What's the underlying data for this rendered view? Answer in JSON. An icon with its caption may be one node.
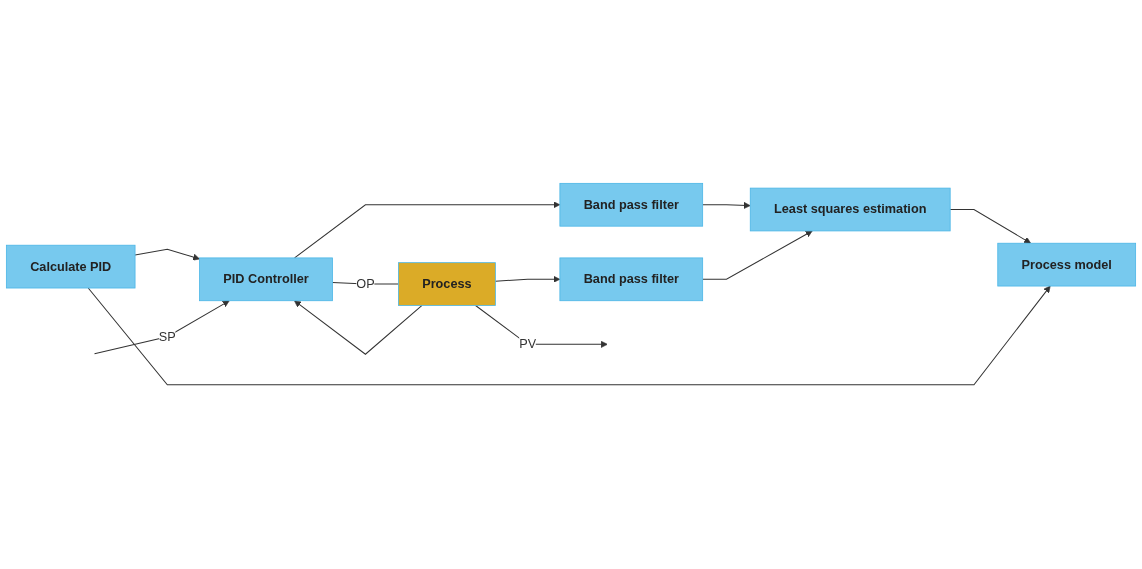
{
  "diagram": {
    "nodes": [
      {
        "text": [
          "Process model"
        ]
      },
      {
        "text": [
          "Least squares estimation"
        ]
      },
      {
        "text": [
          "Calculate PID"
        ]
      },
      {
        "text": [
          "Band pass filter"
        ]
      },
      {
        "text": [
          "Band pass filter"
        ]
      },
      {
        "text": [
          "PID Controller"
        ]
      },
      {
        "text": [
          "Process"
        ]
      }
    ],
    "edges": [
      {
        "from": 1,
        "to": 0,
        "arrow": "to"
      },
      {
        "from": 2,
        "to": 0,
        "arrow": "to"
      },
      {
        "from": 2,
        "to": 5,
        "arrow": "to"
      },
      {
        "from": 3,
        "to": 1,
        "arrow": "to"
      },
      {
        "from": 4,
        "to": 1,
        "arrow": "to"
      },
      {
        "from": null,
        "to": 5,
        "label": "SP",
        "arrow": "to"
      },
      {
        "from": 5,
        "to": 6,
        "label": "OP",
        "arrow": "none"
      },
      {
        "from": 5,
        "to": 3,
        "arrow": "to"
      },
      {
        "from": 6,
        "to": null,
        "label": "PV",
        "arrow": "to"
      },
      {
        "from": 6,
        "to": 4,
        "arrow": "to"
      },
      {
        "from": 6,
        "to": 5,
        "arrow": "to"
      }
    ]
  }
}
